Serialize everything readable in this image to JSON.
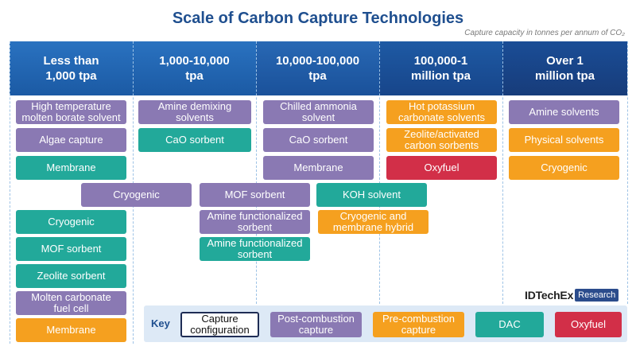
{
  "title": "Scale of Carbon Capture Technologies",
  "subtitle": "Capture capacity in tonnes per annum of CO₂",
  "colors": {
    "post_combustion": "#8a79b3",
    "dac": "#22a99a",
    "pre_combustion": "#f5a01f",
    "oxyfuel": "#d22f48",
    "title": "#1f4f8f"
  },
  "columns": [
    "Less than\n1,000 tpa",
    "1,000-10,000\ntpa",
    "10,000-100,000\ntpa",
    "100,000-1\nmillion tpa",
    "Over 1\nmillion tpa"
  ],
  "boxes": {
    "high_temp_borate": "High temperature\nmolten borate solvent",
    "algae": "Algae capture",
    "membrane_dac_1": "Membrane",
    "cryogenic_wide": "Cryogenic",
    "cryogenic_dac_1": "Cryogenic",
    "mof_dac_1": "MOF sorbent",
    "zeolite_dac_1": "Zeolite sorbent",
    "molten_carbonate": "Molten carbonate\nfuel cell",
    "membrane_pre_1": "Membrane",
    "amine_demixing": "Amine demixing\nsolvents",
    "cao_dac_2": "CaO sorbent",
    "mof_post_2": "MOF sorbent",
    "amine_func_post": "Amine functionalized\nsorbent",
    "amine_func_dac": "Amine functionalized\nsorbent",
    "chilled_ammonia": "Chilled ammonia\nsolvent",
    "cao_post_3": "CaO sorbent",
    "membrane_post_3": "Membrane",
    "koh_solvent": "KOH solvent",
    "cryo_membrane_hybrid": "Cryogenic and\nmembrane hybrid",
    "hot_potassium": "Hot potassium\ncarbonate solvents",
    "zeolite_activated": "Zeolite/activated\ncarbon sorbents",
    "oxyfuel_4": "Oxyfuel",
    "amine_solvents": "Amine solvents",
    "physical_solvents": "Physical solvents",
    "cryogenic_5": "Cryogenic"
  },
  "key": {
    "label": "Key",
    "items": [
      "Capture\nconfiguration",
      "Post-combustion\ncapture",
      "Pre-combustion\ncapture",
      "DAC",
      "Oxyfuel"
    ]
  },
  "brand": {
    "name": "IDTechEx",
    "tag": "Research"
  }
}
